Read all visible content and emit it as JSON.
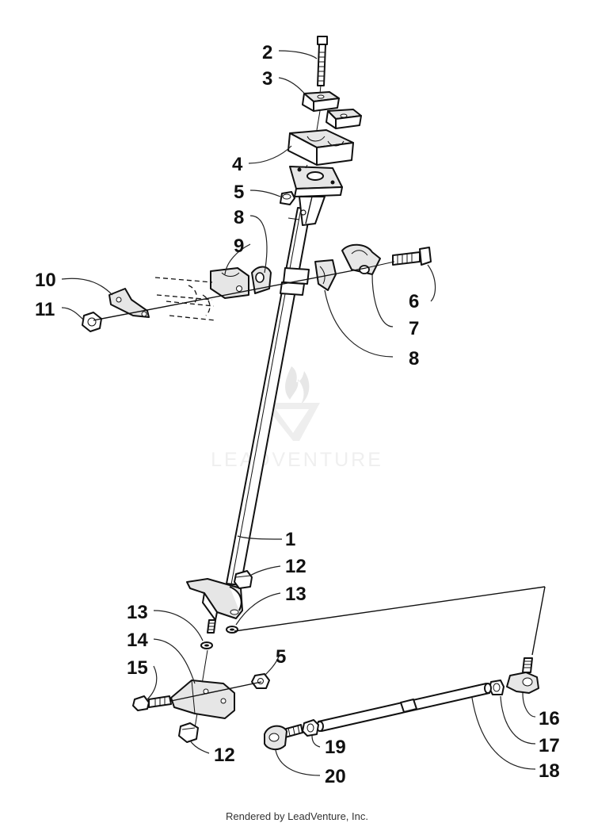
{
  "watermark": {
    "text": "LEADVENTURE",
    "color": "#d9d9d9"
  },
  "footer": {
    "text": "Rendered by LeadVenture, Inc."
  },
  "callouts": {
    "c1": "1",
    "c2": "2",
    "c3": "3",
    "c4": "4",
    "c5a": "5",
    "c5b": "5",
    "c6": "6",
    "c7": "7",
    "c8a": "8",
    "c8b": "8",
    "c9": "9",
    "c10": "10",
    "c11": "11",
    "c12a": "12",
    "c12b": "12",
    "c13a": "13",
    "c13b": "13",
    "c14": "14",
    "c15": "15",
    "c16": "16",
    "c17": "17",
    "c18": "18",
    "c19": "19",
    "c20": "20"
  }
}
